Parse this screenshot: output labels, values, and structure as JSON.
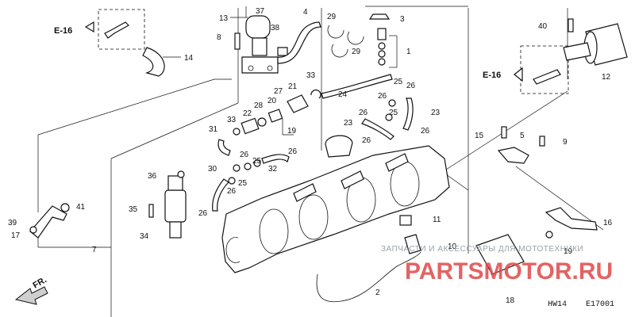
{
  "refs": {
    "e16_left": "E-16",
    "e16_right": "E-16",
    "fr": "FR."
  },
  "callouts": [
    {
      "id": "c1",
      "text": "1"
    },
    {
      "id": "c2",
      "text": "2"
    },
    {
      "id": "c3",
      "text": "3"
    },
    {
      "id": "c4",
      "text": "4"
    },
    {
      "id": "c5",
      "text": "5"
    },
    {
      "id": "c7",
      "text": "7"
    },
    {
      "id": "c8",
      "text": "8"
    },
    {
      "id": "c9",
      "text": "9"
    },
    {
      "id": "c10",
      "text": "10"
    },
    {
      "id": "c11",
      "text": "11"
    },
    {
      "id": "c12",
      "text": "12"
    },
    {
      "id": "c13",
      "text": "13"
    },
    {
      "id": "c14",
      "text": "14"
    },
    {
      "id": "c15",
      "text": "15"
    },
    {
      "id": "c16",
      "text": "16"
    },
    {
      "id": "c17",
      "text": "17"
    },
    {
      "id": "c18",
      "text": "18"
    },
    {
      "id": "c19a",
      "text": "19"
    },
    {
      "id": "c19b",
      "text": "19"
    },
    {
      "id": "c20",
      "text": "20"
    },
    {
      "id": "c21",
      "text": "21"
    },
    {
      "id": "c22",
      "text": "22"
    },
    {
      "id": "c23a",
      "text": "23"
    },
    {
      "id": "c23b",
      "text": "23"
    },
    {
      "id": "c24",
      "text": "24"
    },
    {
      "id": "c25a",
      "text": "25"
    },
    {
      "id": "c25b",
      "text": "25"
    },
    {
      "id": "c26a",
      "text": "26"
    },
    {
      "id": "c26b",
      "text": "26"
    },
    {
      "id": "c26c",
      "text": "26"
    },
    {
      "id": "c26d",
      "text": "26"
    },
    {
      "id": "c26e",
      "text": "26"
    },
    {
      "id": "c26f",
      "text": "26"
    },
    {
      "id": "c26g",
      "text": "26"
    },
    {
      "id": "c26h",
      "text": "26"
    },
    {
      "id": "c26i",
      "text": "26"
    },
    {
      "id": "c27",
      "text": "27"
    },
    {
      "id": "c28",
      "text": "28"
    },
    {
      "id": "c29a",
      "text": "29"
    },
    {
      "id": "c29b",
      "text": "29"
    },
    {
      "id": "c30",
      "text": "30"
    },
    {
      "id": "c31",
      "text": "31"
    },
    {
      "id": "c32",
      "text": "32"
    },
    {
      "id": "c33a",
      "text": "33"
    },
    {
      "id": "c33b",
      "text": "33"
    },
    {
      "id": "c34",
      "text": "34"
    },
    {
      "id": "c35",
      "text": "35"
    },
    {
      "id": "c36",
      "text": "36"
    },
    {
      "id": "c37",
      "text": "37"
    },
    {
      "id": "c38",
      "text": "38"
    },
    {
      "id": "c39a",
      "text": "39"
    },
    {
      "id": "c39b",
      "text": "39"
    },
    {
      "id": "c40",
      "text": "40"
    },
    {
      "id": "c41",
      "text": "41"
    }
  ],
  "footer": {
    "model": "HW14",
    "diagram_code": "E17001"
  },
  "watermark": {
    "line": "ЗАПЧАСТИ И АКСЕССУАРЫ ДЛЯ МОТОТЕХНИКИ",
    "brand": "PARTSMOTOR.RU"
  }
}
